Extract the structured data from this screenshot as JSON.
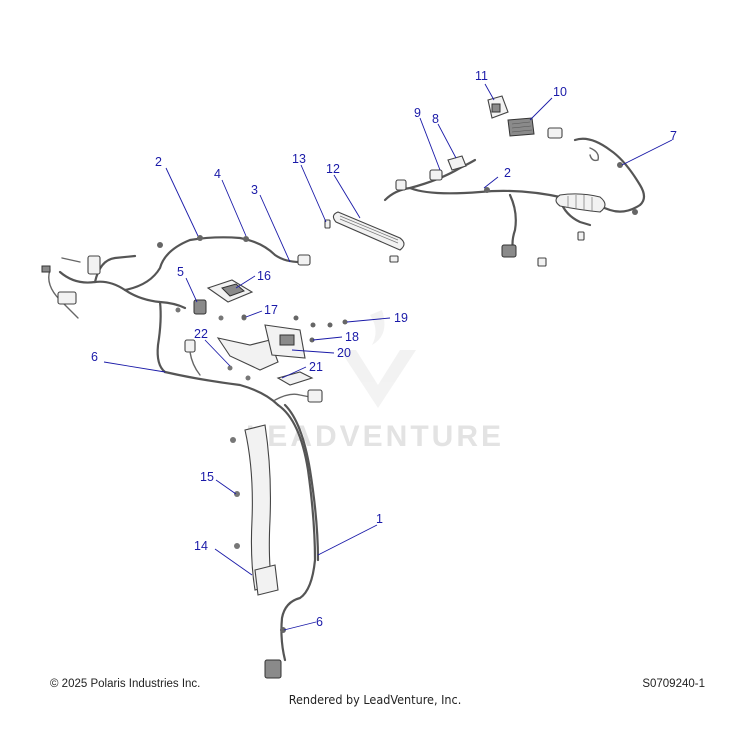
{
  "watermark": "LEADVENTURE",
  "footer": {
    "copyright": "© 2025 Polaris Industries Inc.",
    "rendered_by": "Rendered by LeadVenture, Inc.",
    "diagram_id": "S0709240-1"
  },
  "callouts": [
    "1",
    "2",
    "2",
    "3",
    "4",
    "5",
    "6",
    "6",
    "7",
    "8",
    "9",
    "10",
    "11",
    "12",
    "13",
    "14",
    "15",
    "16",
    "17",
    "18",
    "19",
    "20",
    "21",
    "22"
  ],
  "colors": {
    "callout": "#1a1aa8",
    "line_art": "#555555"
  }
}
